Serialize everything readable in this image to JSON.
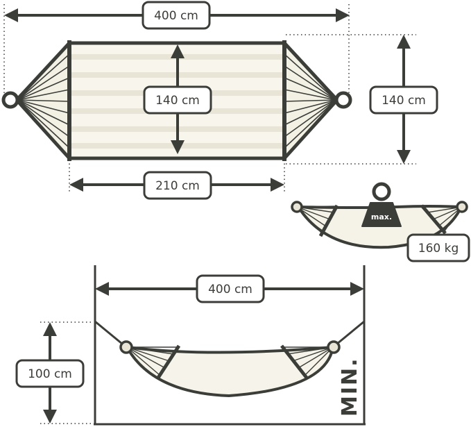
{
  "labels": {
    "top_length": "400 cm",
    "bed_width": "140 cm",
    "side_width": "140 cm",
    "bed_length": "210 cm",
    "weight_tag": "max.",
    "max_load": "160 kg",
    "min_span": "400 cm",
    "min_height": "100 cm",
    "min_label": "MIN."
  },
  "colors": {
    "outline": "#3b3d38",
    "fabric": "#f6f4ea",
    "stripe": "#e6e2d2",
    "bg": "#ffffff"
  }
}
